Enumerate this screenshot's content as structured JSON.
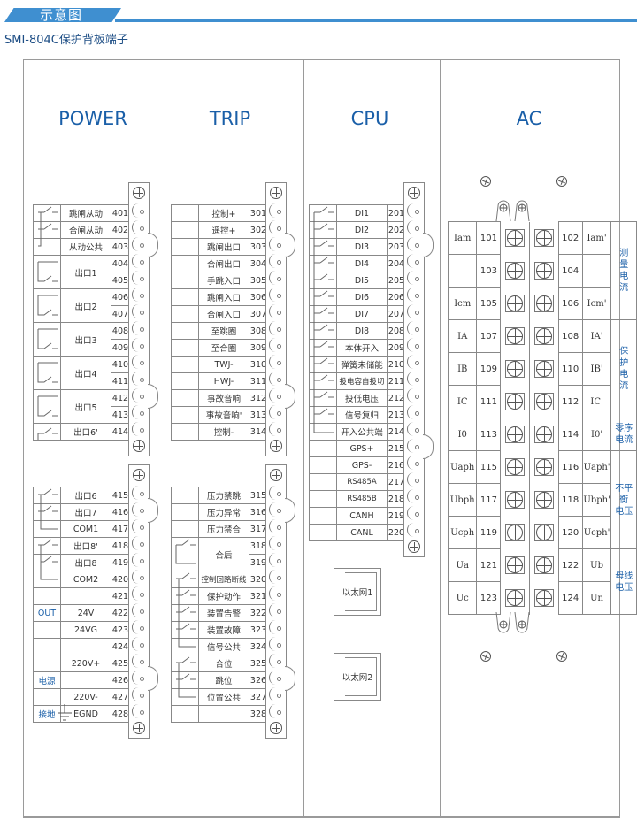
{
  "header": {
    "banner_label": "示意图",
    "subtitle": "SMI-804C保护背板端子"
  },
  "colors": {
    "accent": "#3f8fd0",
    "title_blue": "#1a5fa8",
    "line": "#888888"
  },
  "sections": {
    "power": "POWER",
    "trip": "TRIP",
    "cpu": "CPU",
    "ac": "AC"
  },
  "power_top": [
    {
      "label": "跳闸从动",
      "num": "401"
    },
    {
      "label": "合闸从动",
      "num": "402"
    },
    {
      "label": "从动公共",
      "num": "403"
    },
    {
      "label": "出口1",
      "num": "404"
    },
    {
      "label": "",
      "num": "405"
    },
    {
      "label": "出口2",
      "num": "406"
    },
    {
      "label": "",
      "num": "407"
    },
    {
      "label": "出口3",
      "num": "408"
    },
    {
      "label": "",
      "num": "409"
    },
    {
      "label": "出口4",
      "num": "410"
    },
    {
      "label": "",
      "num": "411"
    },
    {
      "label": "出口5",
      "num": "412"
    },
    {
      "label": "",
      "num": "413"
    },
    {
      "label": "出口6'",
      "num": "414"
    }
  ],
  "power_bottom": [
    {
      "group": "",
      "label": "出口6",
      "num": "415"
    },
    {
      "group": "",
      "label": "出口7",
      "num": "416"
    },
    {
      "group": "",
      "label": "COM1",
      "num": "417"
    },
    {
      "group": "",
      "label": "出口8'",
      "num": "418"
    },
    {
      "group": "",
      "label": "出口8",
      "num": "419"
    },
    {
      "group": "",
      "label": "COM2",
      "num": "420"
    },
    {
      "group": "",
      "label": "",
      "num": "421"
    },
    {
      "group": "OUT",
      "label": "24V",
      "num": "422"
    },
    {
      "group": "",
      "label": "24VG",
      "num": "423"
    },
    {
      "group": "",
      "label": "",
      "num": "424"
    },
    {
      "group": "",
      "label": "220V+",
      "num": "425"
    },
    {
      "group": "电源",
      "label": "",
      "num": "426"
    },
    {
      "group": "",
      "label": "220V-",
      "num": "427"
    },
    {
      "group": "接地",
      "label": "EGND",
      "num": "428"
    }
  ],
  "trip_top": [
    {
      "label": "控制+",
      "num": "301"
    },
    {
      "label": "遥控+",
      "num": "302"
    },
    {
      "label": "跳闸出口",
      "num": "303"
    },
    {
      "label": "合闸出口",
      "num": "304"
    },
    {
      "label": "手跳入口",
      "num": "305"
    },
    {
      "label": "跳闸入口",
      "num": "306"
    },
    {
      "label": "合闸入口",
      "num": "307"
    },
    {
      "label": "至跳圈",
      "num": "308"
    },
    {
      "label": "至合圈",
      "num": "309"
    },
    {
      "label": "TWJ-",
      "num": "310"
    },
    {
      "label": "HWJ-",
      "num": "311"
    },
    {
      "label": "事故音响",
      "num": "312"
    },
    {
      "label": "事故音响'",
      "num": "313"
    },
    {
      "label": "控制-",
      "num": "314"
    }
  ],
  "trip_bottom": [
    {
      "label": "压力禁跳",
      "num": "315"
    },
    {
      "label": "压力异常",
      "num": "316"
    },
    {
      "label": "压力禁合",
      "num": "317"
    },
    {
      "label": "合后",
      "num": "318"
    },
    {
      "label": "",
      "num": "319"
    },
    {
      "label": "控制回路断线",
      "num": "320"
    },
    {
      "label": "保护动作",
      "num": "321"
    },
    {
      "label": "装置告警",
      "num": "322"
    },
    {
      "label": "装置故障",
      "num": "323"
    },
    {
      "label": "信号公共",
      "num": "324"
    },
    {
      "label": "合位",
      "num": "325"
    },
    {
      "label": "跳位",
      "num": "326"
    },
    {
      "label": "位置公共",
      "num": "327"
    },
    {
      "label": "",
      "num": "328"
    }
  ],
  "cpu": [
    {
      "label": "DI1",
      "num": "201"
    },
    {
      "label": "DI2",
      "num": "202"
    },
    {
      "label": "DI3",
      "num": "203"
    },
    {
      "label": "DI4",
      "num": "204"
    },
    {
      "label": "DI5",
      "num": "205"
    },
    {
      "label": "DI6",
      "num": "206"
    },
    {
      "label": "DI7",
      "num": "207"
    },
    {
      "label": "DI8",
      "num": "208"
    },
    {
      "label": "本体开入",
      "num": "209"
    },
    {
      "label": "弹簧未储能",
      "num": "210"
    },
    {
      "label": "投电容自投切",
      "num": "211"
    },
    {
      "label": "投低电压",
      "num": "212"
    },
    {
      "label": "信号复归",
      "num": "213"
    },
    {
      "label": "开入公共端",
      "num": "214"
    },
    {
      "label": "GPS+",
      "num": "215"
    },
    {
      "label": "GPS-",
      "num": "216"
    },
    {
      "label": "RS485A",
      "num": "217"
    },
    {
      "label": "RS485B",
      "num": "218"
    },
    {
      "label": "CANH",
      "num": "219"
    },
    {
      "label": "CANL",
      "num": "220"
    }
  ],
  "ethernet": [
    "以太网1",
    "以太网2"
  ],
  "ac_rows": [
    {
      "left": "Iam",
      "ln": "101",
      "rn": "102",
      "right": "Iam'"
    },
    {
      "left": "",
      "ln": "103",
      "rn": "104",
      "right": ""
    },
    {
      "left": "Icm",
      "ln": "105",
      "rn": "106",
      "right": "Icm'"
    },
    {
      "left": "IA",
      "ln": "107",
      "rn": "108",
      "right": "IA'"
    },
    {
      "left": "IB",
      "ln": "109",
      "rn": "110",
      "right": "IB'"
    },
    {
      "left": "IC",
      "ln": "111",
      "rn": "112",
      "right": "IC'"
    },
    {
      "left": "I0",
      "ln": "113",
      "rn": "114",
      "right": "I0'"
    },
    {
      "left": "Uaph",
      "ln": "115",
      "rn": "116",
      "right": "Uaph'"
    },
    {
      "left": "Ubph",
      "ln": "117",
      "rn": "118",
      "right": "Ubph'"
    },
    {
      "left": "Ucph",
      "ln": "119",
      "rn": "120",
      "right": "Ucph'"
    },
    {
      "left": "Ua",
      "ln": "121",
      "rn": "122",
      "right": "Ub"
    },
    {
      "left": "Uc",
      "ln": "123",
      "rn": "124",
      "right": "Un"
    }
  ],
  "ac_groups": [
    {
      "label": "测\n量\n电\n流",
      "rows": 3
    },
    {
      "label": "保\n护\n电\n流",
      "rows": 3
    },
    {
      "label": "零序\n电流",
      "rows": 1
    },
    {
      "label": "不平衡\n电压",
      "rows": 3
    },
    {
      "label": "母线\n电压",
      "rows": 2
    }
  ]
}
